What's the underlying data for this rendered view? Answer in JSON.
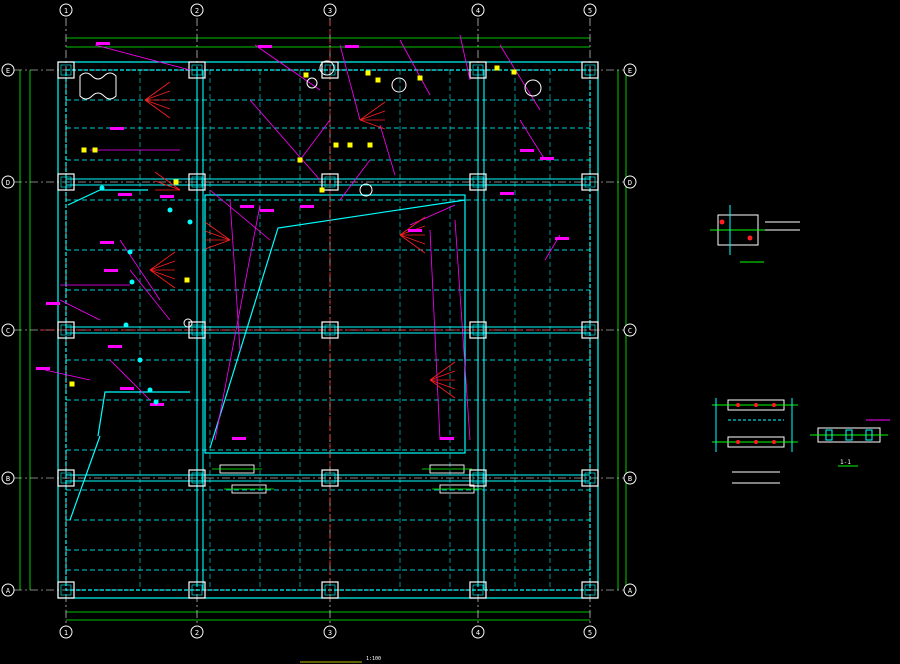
{
  "drawing": {
    "title": "",
    "scale": "1:100",
    "colors": {
      "background": "#000000",
      "grid_axis": "#ffffff",
      "dimension": "#00ff00",
      "beam": "#00ffff",
      "leader": "#ff00ff",
      "section_mark": "#ff2020",
      "centerline": "#ff3030",
      "highlight": "#ffff00"
    },
    "grid_columns": [
      "1",
      "2",
      "3",
      "4",
      "5"
    ],
    "grid_rows": [
      "E",
      "D",
      "C",
      "B",
      "A"
    ],
    "details": [
      {
        "id": "detail-a",
        "caption": ""
      },
      {
        "id": "detail-b",
        "caption": "",
        "subcaption": ""
      },
      {
        "id": "detail-c",
        "caption": "1-1"
      }
    ]
  }
}
